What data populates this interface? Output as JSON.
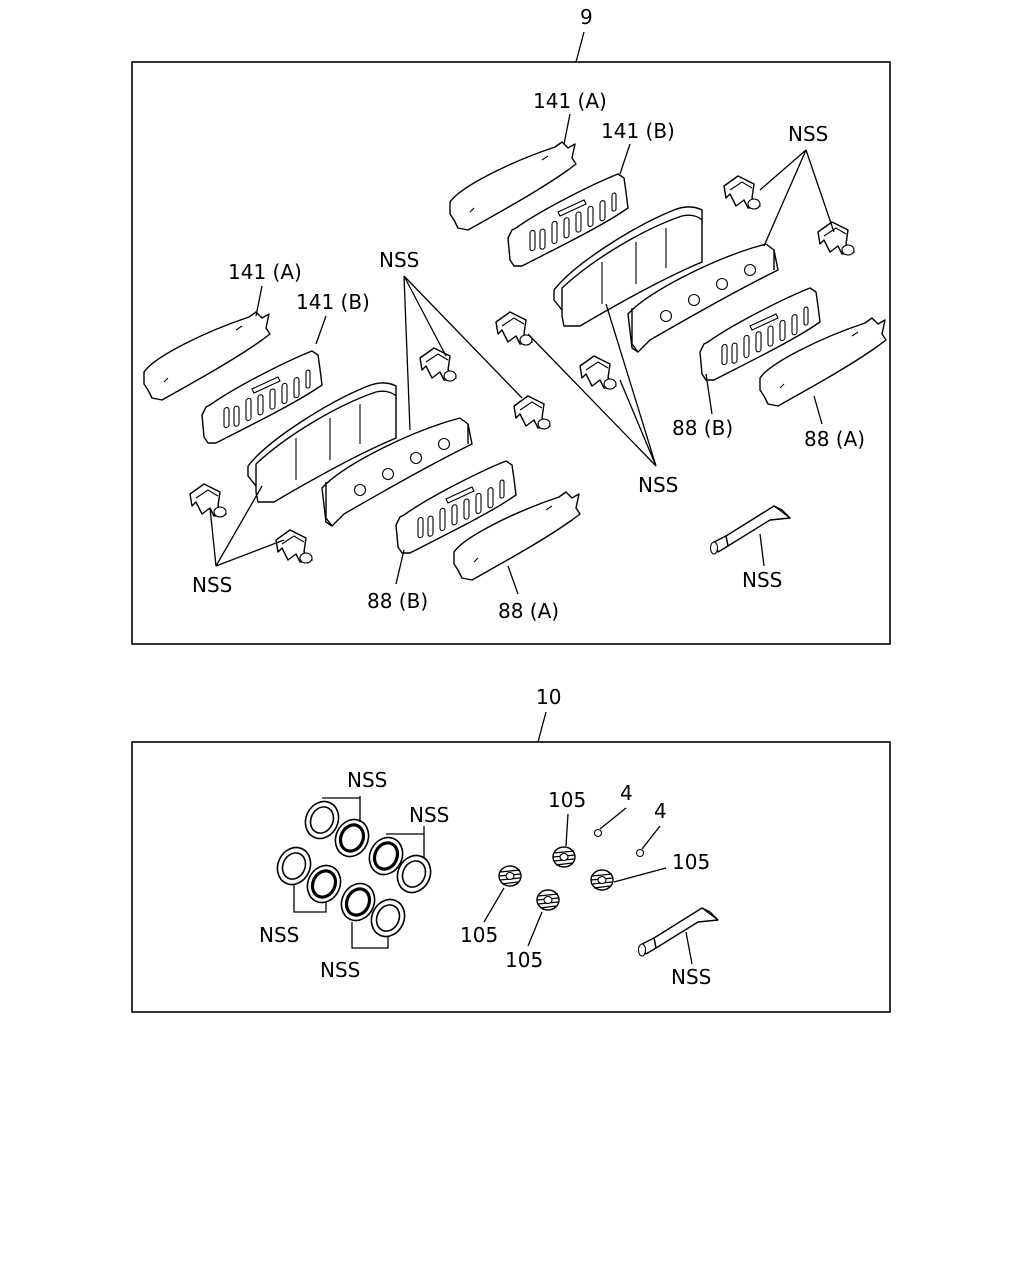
{
  "diagram": {
    "group_9": {
      "number": "9",
      "labels": {
        "l141a_left": "141 (A)",
        "l141b_left": "141 (B)",
        "l141a_right": "141 (A)",
        "l141b_right": "141 (B)",
        "nss_center": "NSS",
        "nss_top_right": "NSS",
        "nss_mid_right": "NSS",
        "nss_bottom_left": "NSS",
        "nss_grease": "NSS",
        "l88b_left": "88 (B)",
        "l88a_left": "88 (A)",
        "l88b_right": "88 (B)",
        "l88a_right": "88 (A)"
      }
    },
    "group_10": {
      "number": "10",
      "labels": {
        "nss_seals_top": "NSS",
        "nss_seals_right": "NSS",
        "nss_seals_left": "NSS",
        "nss_seals_bottom": "NSS",
        "n105_top": "105",
        "n4_a": "4",
        "n4_b": "4",
        "n105_right": "105",
        "n105_left": "105",
        "n105_bottom": "105",
        "nss_grease": "NSS"
      }
    }
  }
}
